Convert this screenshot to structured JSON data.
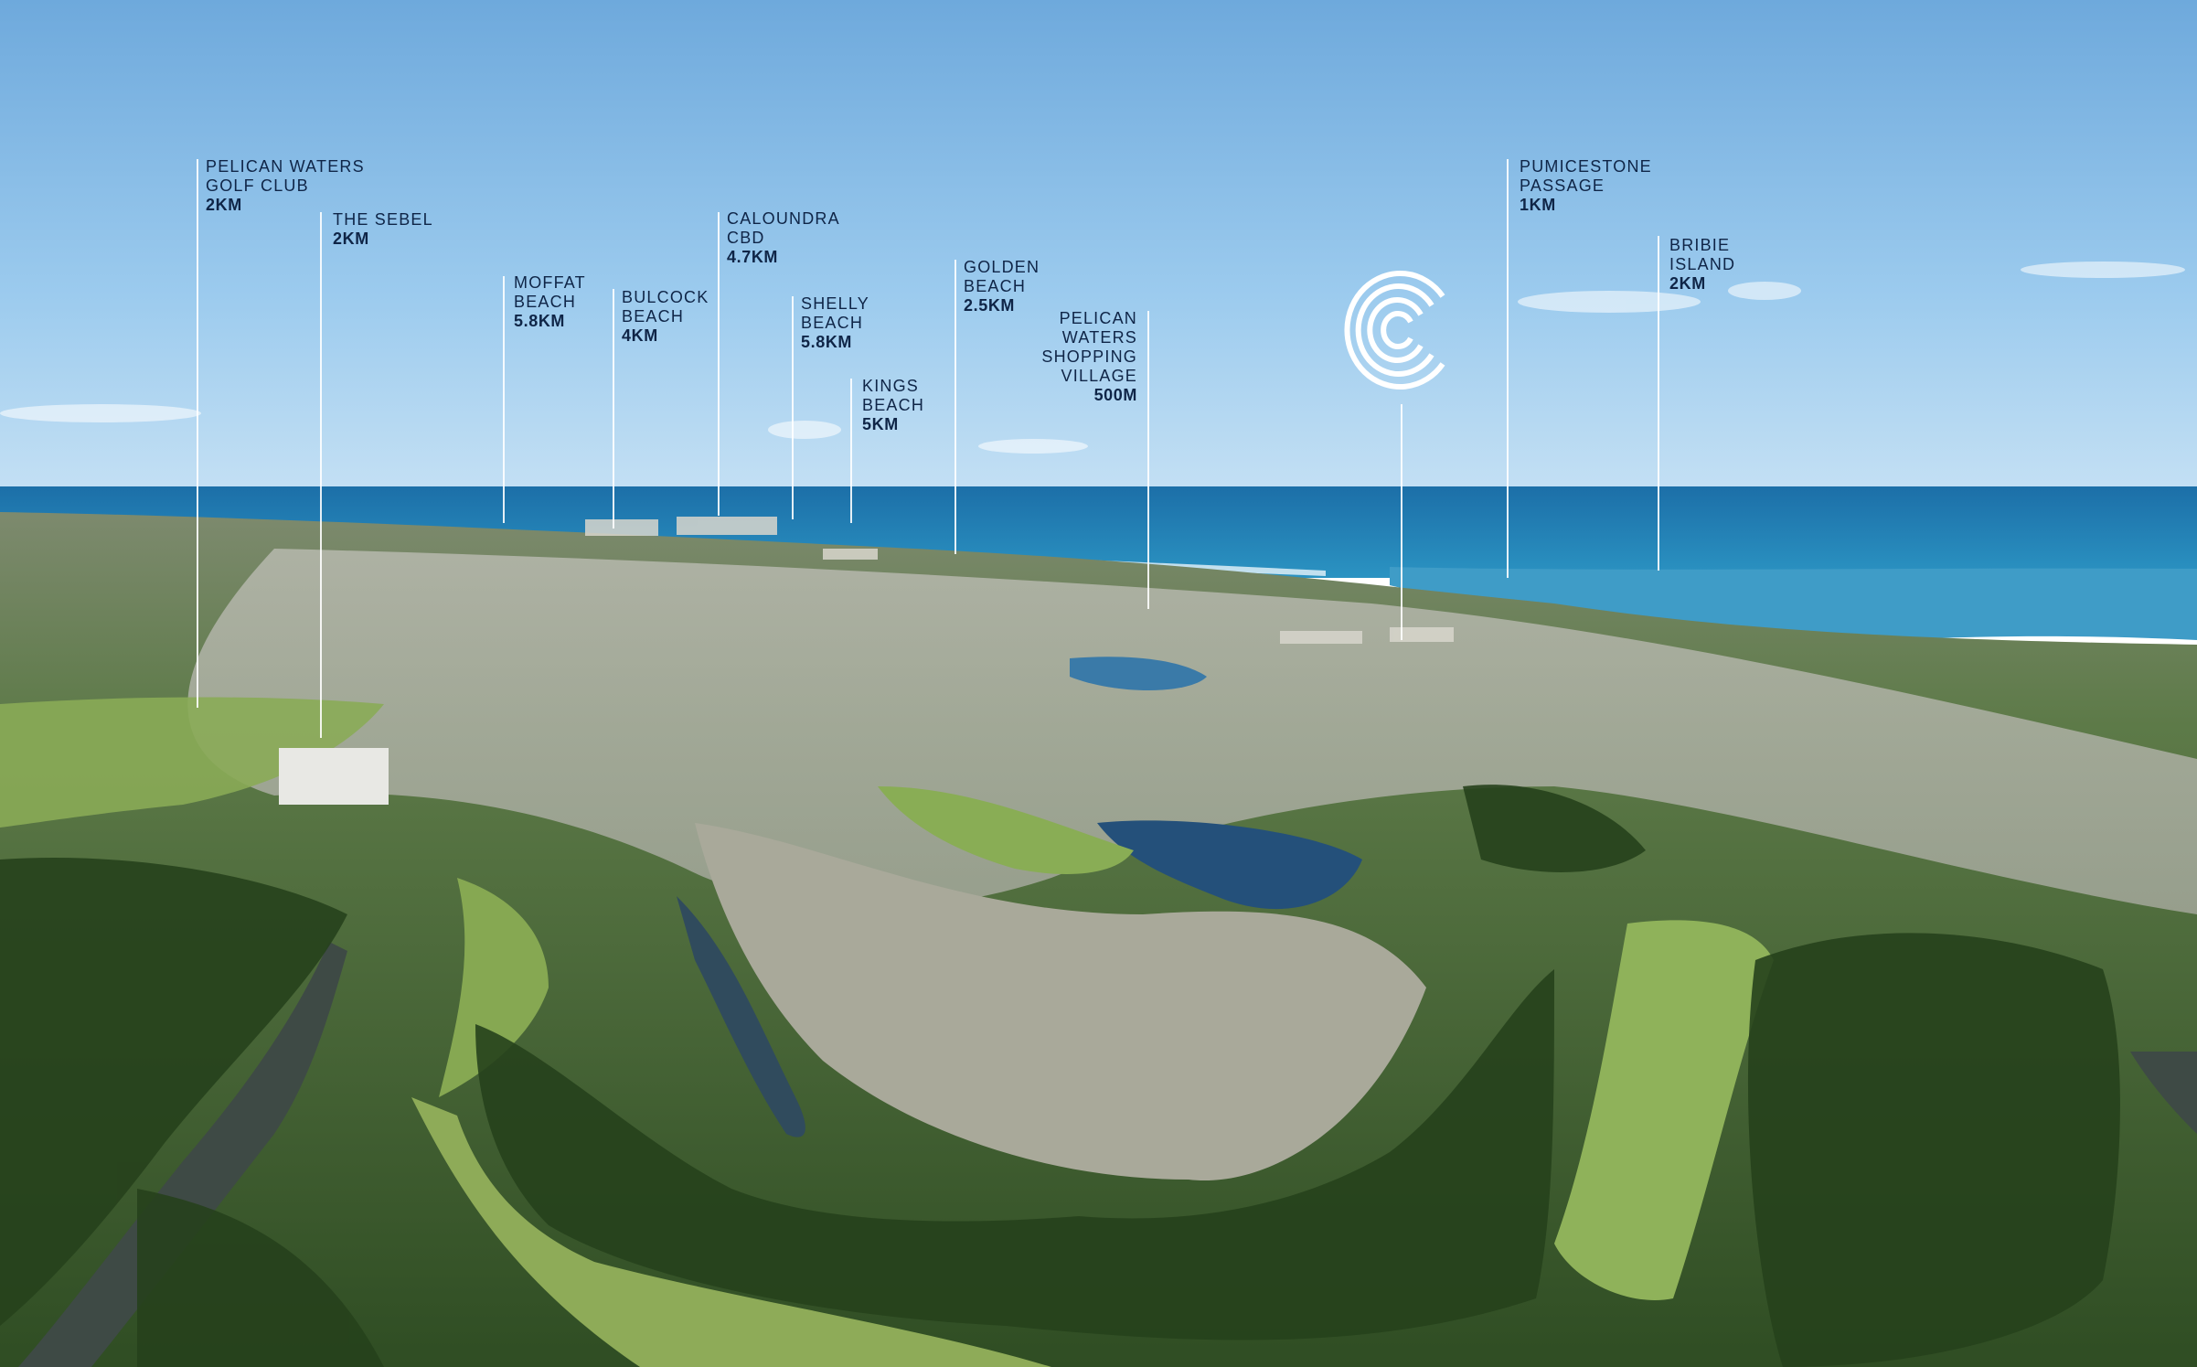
{
  "brand": {
    "logo": "c-rings-logo",
    "logo_color": "#ffffff"
  },
  "colors": {
    "label_text": "#0f2547",
    "leader_line": "#ffffff",
    "sky": "#8fc3e8",
    "ocean": "#1f7fb3"
  },
  "landmarks": [
    {
      "lines": [
        "PELICAN WATERS",
        "GOLF CLUB"
      ],
      "distance": "2km"
    },
    {
      "lines": [
        "THE SEBEL"
      ],
      "distance": "2km"
    },
    {
      "lines": [
        "MOFFAT",
        "BEACH"
      ],
      "distance": "5.8km"
    },
    {
      "lines": [
        "BULCOCK",
        "BEACH"
      ],
      "distance": "4km"
    },
    {
      "lines": [
        "CALOUNDRA",
        "CBD"
      ],
      "distance": "4.7km"
    },
    {
      "lines": [
        "SHELLY",
        "BEACH"
      ],
      "distance": "5.8km"
    },
    {
      "lines": [
        "KINGS",
        "BEACH"
      ],
      "distance": "5km"
    },
    {
      "lines": [
        "GOLDEN",
        "BEACH"
      ],
      "distance": "2.5km"
    },
    {
      "lines": [
        "PELICAN",
        "WATERS",
        "SHOPPING",
        "VILLAGE"
      ],
      "distance": "500m"
    },
    {
      "lines": [
        "PUMICESTONE",
        "PASSAGE"
      ],
      "distance": "1km"
    },
    {
      "lines": [
        "BRIBIE",
        "ISLAND"
      ],
      "distance": "2km"
    }
  ]
}
